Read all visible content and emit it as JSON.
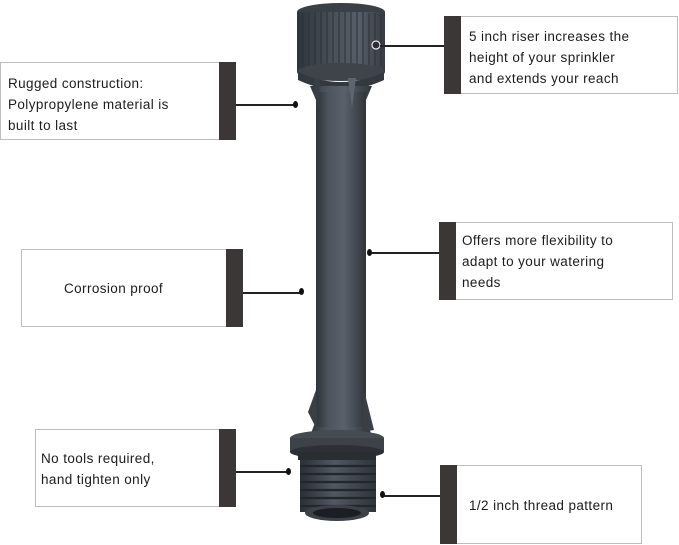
{
  "product": {
    "name": "sprinkler riser",
    "colors": {
      "body": "#4a5059",
      "highlight": "#6c727b",
      "shadow": "#2e3238",
      "label_bar": "#3a3736"
    }
  },
  "callouts": [
    {
      "id": "rugged",
      "side": "left",
      "lines": [
        "Rugged construction:",
        "Polypropylene material is",
        "built to last"
      ]
    },
    {
      "id": "riser-height",
      "side": "right",
      "lines": [
        "5 inch riser increases the",
        "height of your sprinkler",
        "and extends your reach"
      ]
    },
    {
      "id": "flexibility",
      "side": "right",
      "lines": [
        "Offers more flexibility to",
        "adapt to your watering",
        "needs"
      ]
    },
    {
      "id": "corrosion",
      "side": "left",
      "lines": [
        "Corrosion proof"
      ]
    },
    {
      "id": "no-tools",
      "side": "left",
      "lines": [
        "No tools required,",
        "hand tighten only"
      ]
    },
    {
      "id": "thread",
      "side": "right",
      "lines": [
        "1/2 inch thread pattern"
      ]
    }
  ]
}
